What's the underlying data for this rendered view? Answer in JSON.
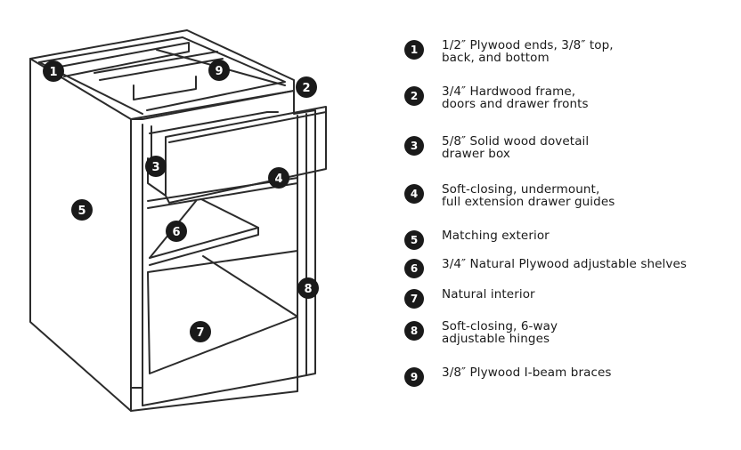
{
  "colors": {
    "outline": "#2b2b2b",
    "badge": "#1a1a1a",
    "badge_text": "#ffffff",
    "text": "#1a1a1a",
    "background": "#ffffff"
  },
  "callouts": [
    {
      "id": "1",
      "label": "1"
    },
    {
      "id": "2",
      "label": "2"
    },
    {
      "id": "3",
      "label": "3"
    },
    {
      "id": "4",
      "label": "4"
    },
    {
      "id": "5",
      "label": "5"
    },
    {
      "id": "6",
      "label": "6"
    },
    {
      "id": "7",
      "label": "7"
    },
    {
      "id": "8",
      "label": "8"
    },
    {
      "id": "9",
      "label": "9"
    }
  ],
  "legend": [
    {
      "number": "1",
      "lines": [
        "1/2″ Plywood ends, 3/8″ top,",
        "back, and bottom"
      ]
    },
    {
      "number": "2",
      "lines": [
        "3/4″ Hardwood frame,",
        "doors and drawer fronts"
      ]
    },
    {
      "number": "3",
      "lines": [
        "5/8″ Solid wood dovetail",
        "drawer box"
      ]
    },
    {
      "number": "4",
      "lines": [
        "Soft-closing, undermount,",
        "full extension drawer guides"
      ]
    },
    {
      "number": "5",
      "lines": [
        "Matching exterior"
      ]
    },
    {
      "number": "6",
      "lines": [
        "3/4″ Natural Plywood adjustable shelves"
      ]
    },
    {
      "number": "7",
      "lines": [
        "Natural interior"
      ]
    },
    {
      "number": "8",
      "lines": [
        "Soft-closing, 6-way",
        "adjustable hinges"
      ]
    },
    {
      "number": "9",
      "lines": [
        "3/8″ Plywood I-beam braces"
      ]
    }
  ]
}
